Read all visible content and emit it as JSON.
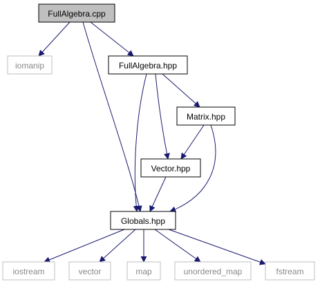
{
  "graph": {
    "nodes": [
      {
        "id": "fullalgebra_cpp",
        "label": "FullAlgebra.cpp",
        "fill": "#bfbfbf",
        "stroke": "#000000",
        "text_color": "#000000",
        "kind": "root"
      },
      {
        "id": "iomanip",
        "label": "iomanip",
        "fill": "#ffffff",
        "stroke": "#bfbfbf",
        "text_color": "#888888",
        "kind": "system"
      },
      {
        "id": "fullalgebra_hpp",
        "label": "FullAlgebra.hpp",
        "fill": "#ffffff",
        "stroke": "#000000",
        "text_color": "#000000",
        "kind": "file"
      },
      {
        "id": "matrix_hpp",
        "label": "Matrix.hpp",
        "fill": "#ffffff",
        "stroke": "#000000",
        "text_color": "#000000",
        "kind": "file"
      },
      {
        "id": "vector_hpp",
        "label": "Vector.hpp",
        "fill": "#ffffff",
        "stroke": "#000000",
        "text_color": "#000000",
        "kind": "file"
      },
      {
        "id": "globals_hpp",
        "label": "Globals.hpp",
        "fill": "#ffffff",
        "stroke": "#000000",
        "text_color": "#000000",
        "kind": "file"
      },
      {
        "id": "iostream",
        "label": "iostream",
        "fill": "#ffffff",
        "stroke": "#bfbfbf",
        "text_color": "#888888",
        "kind": "system"
      },
      {
        "id": "vector",
        "label": "vector",
        "fill": "#ffffff",
        "stroke": "#bfbfbf",
        "text_color": "#888888",
        "kind": "system"
      },
      {
        "id": "map",
        "label": "map",
        "fill": "#ffffff",
        "stroke": "#bfbfbf",
        "text_color": "#888888",
        "kind": "system"
      },
      {
        "id": "unordered_map",
        "label": "unordered_map",
        "fill": "#ffffff",
        "stroke": "#bfbfbf",
        "text_color": "#888888",
        "kind": "system"
      },
      {
        "id": "fstream",
        "label": "fstream",
        "fill": "#ffffff",
        "stroke": "#bfbfbf",
        "text_color": "#888888",
        "kind": "system"
      }
    ],
    "edges": [
      {
        "from": "fullalgebra_cpp",
        "to": "iomanip"
      },
      {
        "from": "fullalgebra_cpp",
        "to": "fullalgebra_hpp"
      },
      {
        "from": "fullalgebra_cpp",
        "to": "globals_hpp"
      },
      {
        "from": "fullalgebra_hpp",
        "to": "matrix_hpp"
      },
      {
        "from": "fullalgebra_hpp",
        "to": "vector_hpp"
      },
      {
        "from": "fullalgebra_hpp",
        "to": "globals_hpp"
      },
      {
        "from": "matrix_hpp",
        "to": "vector_hpp"
      },
      {
        "from": "matrix_hpp",
        "to": "globals_hpp"
      },
      {
        "from": "vector_hpp",
        "to": "globals_hpp"
      },
      {
        "from": "globals_hpp",
        "to": "iostream"
      },
      {
        "from": "globals_hpp",
        "to": "vector"
      },
      {
        "from": "globals_hpp",
        "to": "map"
      },
      {
        "from": "globals_hpp",
        "to": "unordered_map"
      },
      {
        "from": "globals_hpp",
        "to": "fstream"
      }
    ],
    "edge_color": "#191970"
  }
}
